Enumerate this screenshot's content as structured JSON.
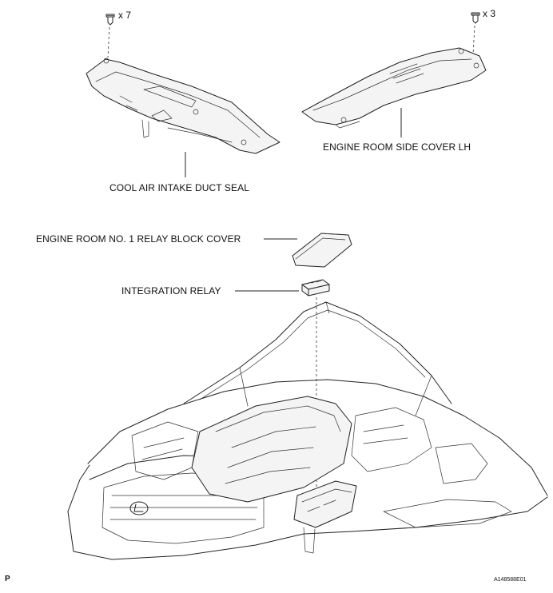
{
  "labels": {
    "cool_air_intake_duct_seal": "COOL AIR INTAKE DUCT SEAL",
    "engine_room_side_cover_lh": "ENGINE ROOM SIDE COVER LH",
    "relay_block_cover": "ENGINE ROOM NO. 1 RELAY BLOCK COVER",
    "integration_relay": "INTEGRATION RELAY"
  },
  "clip_quantities": {
    "duct_seal_clips": "x 7",
    "side_cover_clips": "x 3"
  },
  "footer": {
    "left_marker": "P",
    "figure_id": "A148588E01"
  },
  "icons": [
    "clip-fastener-icon",
    "lexus-emblem-icon"
  ],
  "colors": {
    "line": "#222222",
    "background": "#ffffff"
  }
}
